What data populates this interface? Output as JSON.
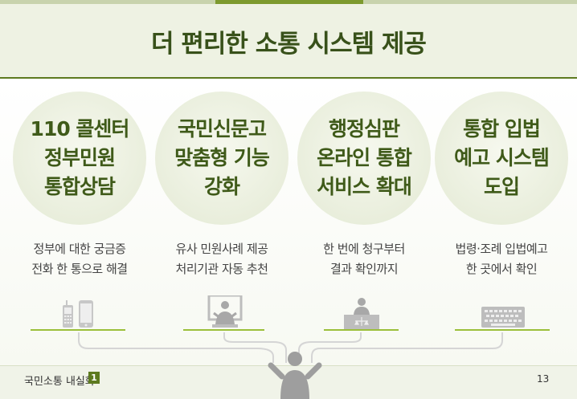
{
  "title": "더 편리한 소통 시스템 제공",
  "items": [
    {
      "circle": "110 콜센터\n정부민원\n통합상담",
      "desc": "정부에 대한 궁금증\n전화 한 통으로 해결",
      "icon": "phone-icon"
    },
    {
      "circle": "국민신문고\n맞춤형 기능\n강화",
      "desc": "유사 민원사례 제공\n처리기관 자동 추천",
      "icon": "monitor-user-icon"
    },
    {
      "circle": "행정심판\n온라인 통합\n서비스 확대",
      "desc": "한 번에 청구부터\n결과 확인까지",
      "icon": "judge-icon"
    },
    {
      "circle": "통합 입법\n예고 시스템\n도입",
      "desc": "법령·조례 입법예고\n한 곳에서 확인",
      "icon": "keyboard-icon"
    }
  ],
  "footer": {
    "label": "국민소통 내실화",
    "badge": "1",
    "page": "13"
  },
  "colors": {
    "accent": "#5d7a1f",
    "title": "#38511a",
    "circle": "#e9eedc",
    "line": "#9bbf3a"
  }
}
